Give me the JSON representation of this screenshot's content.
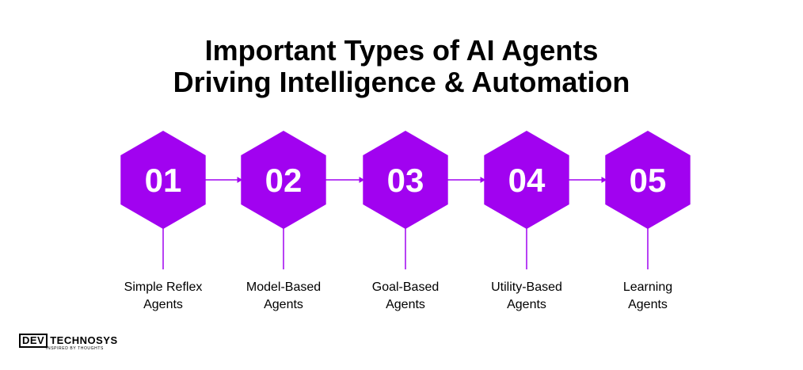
{
  "title": {
    "line1": "Important Types of AI Agents",
    "line2": "Driving Intelligence & Automation"
  },
  "colors": {
    "hex": "#a102f0",
    "line": "#a102f0",
    "number": "#ffffff"
  },
  "steps": [
    {
      "number": "01",
      "label_line1": "Simple Reflex",
      "label_line2": "Agents"
    },
    {
      "number": "02",
      "label_line1": "Model-Based",
      "label_line2": "Agents"
    },
    {
      "number": "03",
      "label_line1": "Goal-Based",
      "label_line2": "Agents"
    },
    {
      "number": "04",
      "label_line1": "Utility-Based",
      "label_line2": "Agents"
    },
    {
      "number": "05",
      "label_line1": "Learning",
      "label_line2": "Agents"
    }
  ],
  "logo": {
    "part1": "DEV",
    "part2": "TECHNOSYS",
    "tagline": "INSPIRED BY THOUGHTS"
  }
}
